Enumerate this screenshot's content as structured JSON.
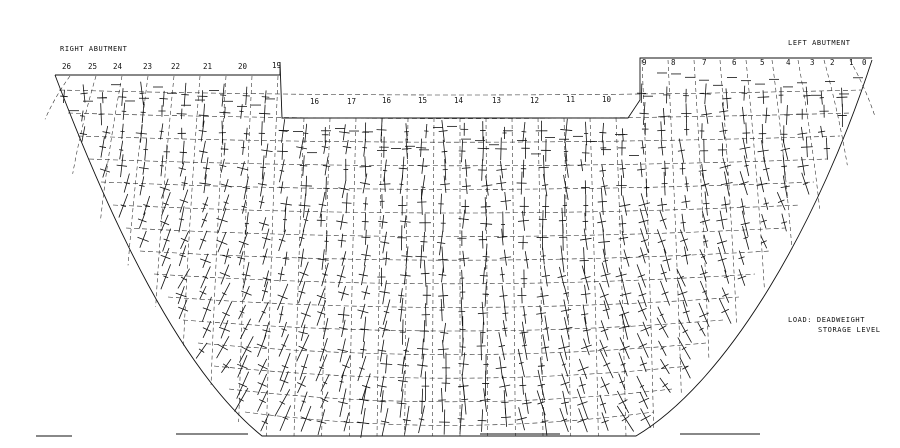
{
  "labels": {
    "right_abutment": "RIGHT ABUTMENT",
    "left_abutment": "LEFT ABUTMENT",
    "load_line1": "LOAD: DEADWEIGHT",
    "load_line2": "STORAGE LEVEL"
  },
  "block_numbers": [
    "26",
    "25",
    "24",
    "23",
    "22",
    "21",
    "20",
    "19",
    "16",
    "17",
    "16",
    "15",
    "14",
    "13",
    "12",
    "11",
    "10",
    "9",
    "8",
    "7",
    "6",
    "5",
    "4",
    "3",
    "2",
    "1",
    "0"
  ]
}
